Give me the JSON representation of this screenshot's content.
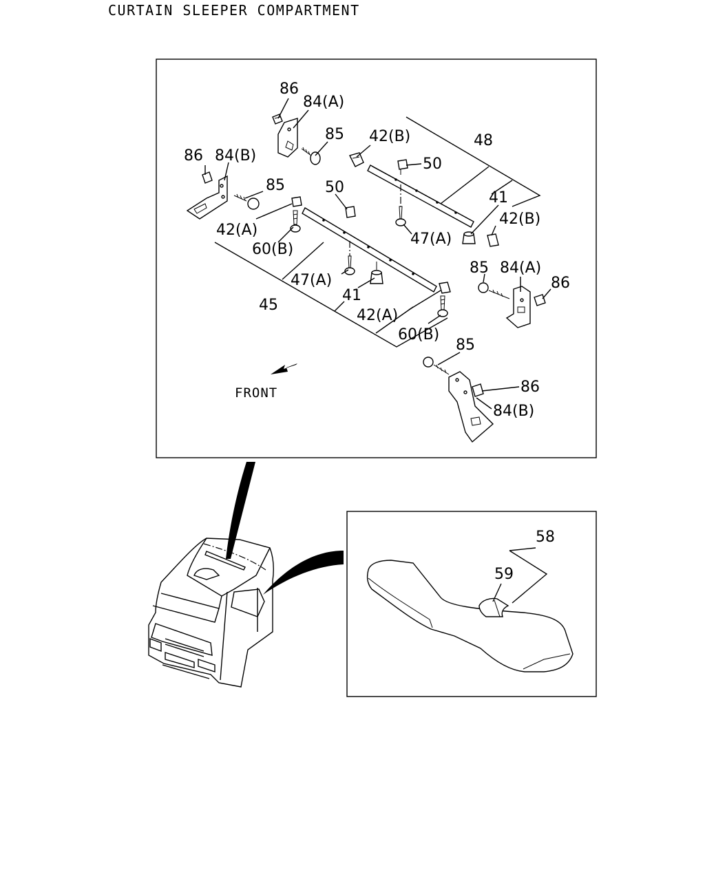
{
  "title": "CURTAIN SLEEPER COMPARTMENT",
  "main_panel": {
    "front_label": "FRONT",
    "callouts": {
      "c86_top": "86",
      "c84a_top": "84(A)",
      "c85_top": "85",
      "c42b_top": "42(B)",
      "c48": "48",
      "c50_right": "50",
      "c86_left": "86",
      "c84b_left": "84(B)",
      "c85_left": "85",
      "c50_mid": "50",
      "c41_right": "41",
      "c42b_right": "42(B)",
      "c42a_left": "42(A)",
      "c47a_right": "47(A)",
      "c60b_left": "60(B)",
      "c85_right": "85",
      "c84a_right": "84(A)",
      "c86_right": "86",
      "c47a_mid": "47(A)",
      "c45": "45",
      "c41_mid": "41",
      "c42a_mid": "42(A)",
      "c60b_right": "60(B)",
      "c85_bottom": "85",
      "c86_bottom": "86",
      "c84b_bottom": "84(B)"
    }
  },
  "detail_panel": {
    "callouts": {
      "c58": "58",
      "c59": "59"
    }
  }
}
